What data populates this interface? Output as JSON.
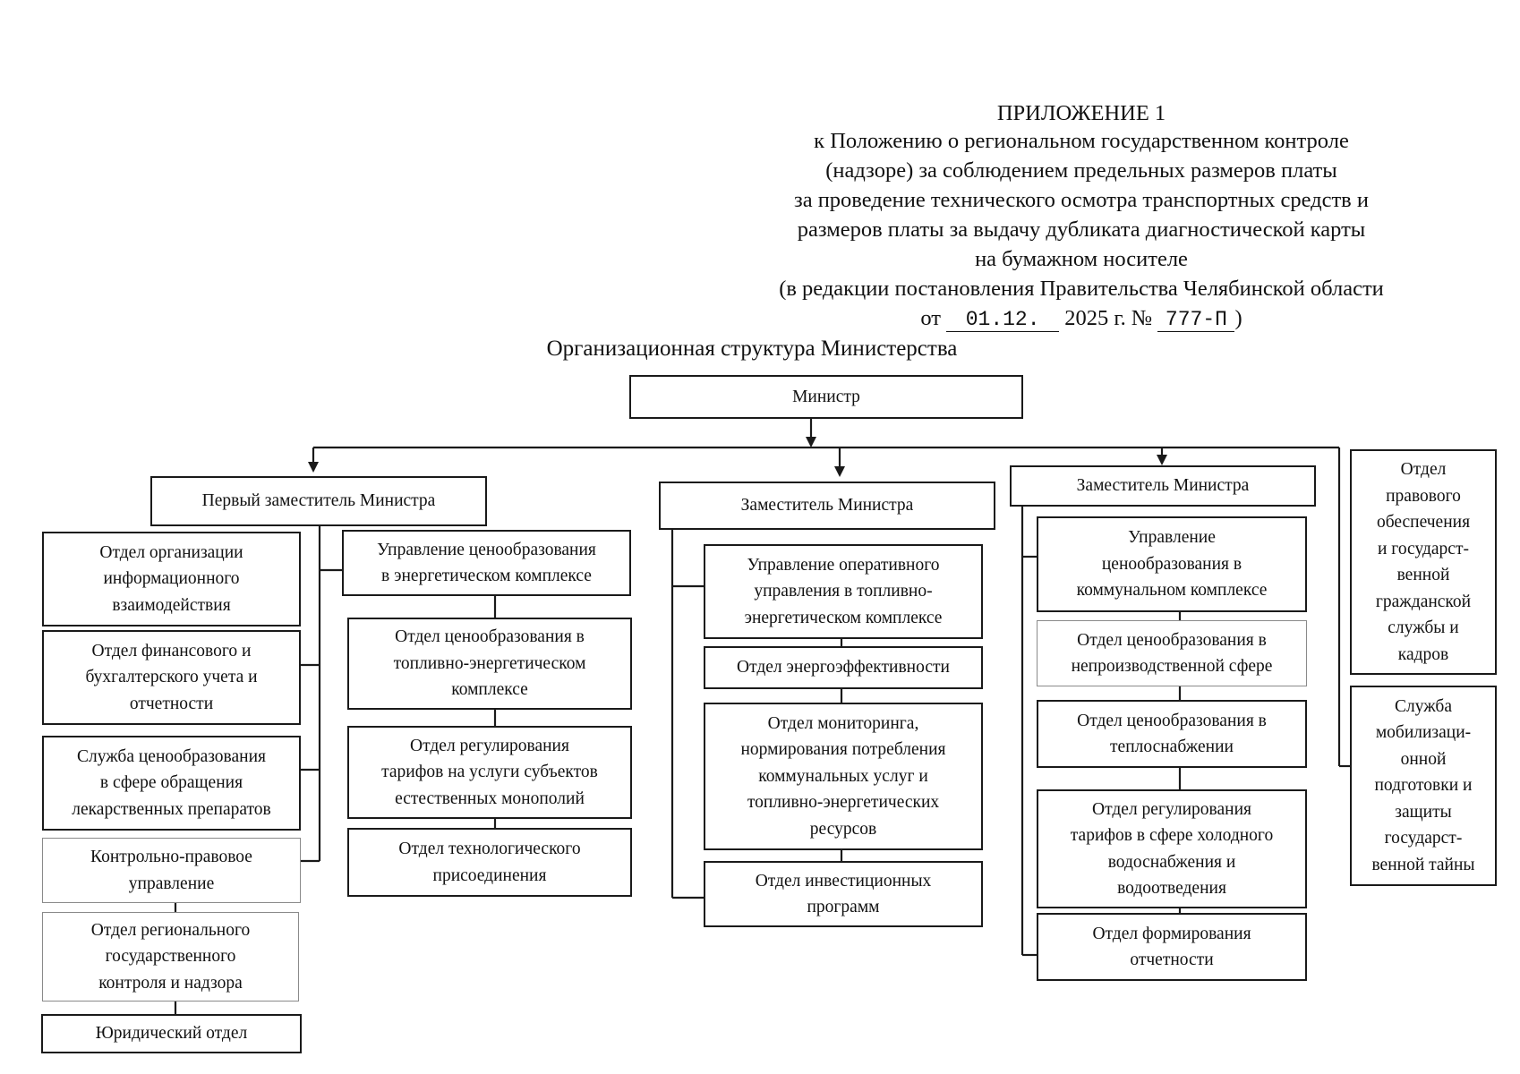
{
  "header": {
    "appendix_title": "ПРИЛОЖЕНИЕ 1",
    "lines": [
      "к Положению о региональном государственном контроле",
      "(надзоре) за соблюдением предельных размеров платы",
      "за проведение технического осмотра транспортных средств и",
      "размеров платы за выдачу дубликата диагностической карты",
      "на бумажном носителе",
      "(в редакции постановления Правительства Челябинской области"
    ],
    "date_prefix": "от",
    "date_value": "01.12.",
    "year_text": "2025 г. №",
    "number_value": "777-П",
    "closing": ")"
  },
  "structure_title": "Организационная структура Министерства",
  "org": {
    "minister": "Министр",
    "first_deputy": {
      "title": "Первый заместитель Министра",
      "left_column": [
        "Отдел организации\nинформационного\nвзаимодействия",
        "Отдел финансового и\nбухгалтерского учета и\nотчетности",
        "Служба ценообразования\nв сфере обращения\nлекарственных препаратов",
        "Контрольно-правовое\nуправление",
        "Отдел регионального\nгосударственного\nконтроля и надзора",
        "Юридический отдел"
      ],
      "right_column": [
        "Управление ценообразования\nв энергетическом комплексе",
        "Отдел ценообразования в\nтопливно-энергетическом\nкомплексе",
        "Отдел регулирования\nтарифов на услуги субъектов\nестественных монополий",
        "Отдел технологического\nприсоединения"
      ]
    },
    "deputy_a": {
      "title": "Заместитель Министра",
      "units": [
        "Управление оперативного\nуправления в топливно-\nэнергетическом комплексе",
        "Отдел энергоэффективности",
        "Отдел мониторинга,\nнормирования потребления\nкоммунальных услуг и\nтопливно-энергетических\nресурсов",
        "Отдел инвестиционных\nпрограмм"
      ]
    },
    "deputy_b": {
      "title": "Заместитель Министра",
      "units": [
        "Управление\nценообразования в\nкоммунальном комплексе",
        "Отдел ценообразования в\nнепроизводственной сфере",
        "Отдел ценообразования в\nтеплоснабжении",
        "Отдел регулирования\nтарифов в сфере холодного\nводоснабжения и\nводоотведения",
        "Отдел формирования\nотчетности"
      ]
    },
    "side_units": [
      "Отдел\nправового\nобеспечения\nи государст-\nвенной\nгражданской\nслужбы и\nкадров",
      "Служба\nмобилизаци-\nонной\nподготовки и\nзащиты\nгосударст-\nвенной тайны"
    ]
  }
}
